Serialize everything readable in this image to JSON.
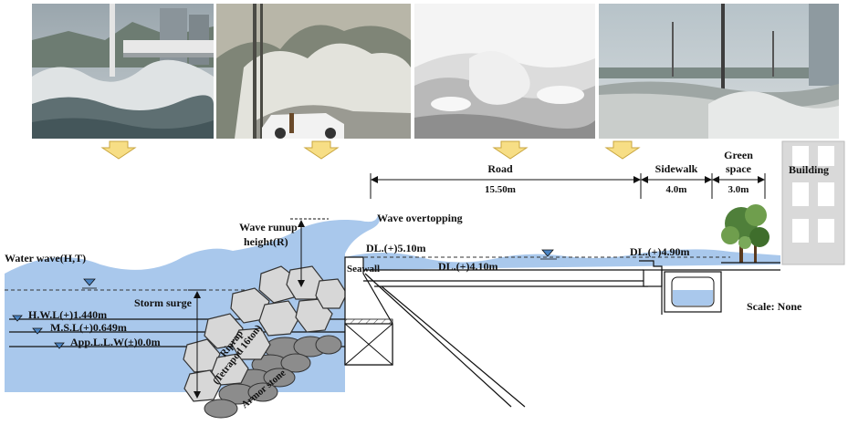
{
  "photos": [
    {
      "icon": "photo-bridge-waves"
    },
    {
      "icon": "photo-wave-splash-car"
    },
    {
      "icon": "photo-white-foam"
    },
    {
      "icon": "photo-flooded-street"
    }
  ],
  "dimensions": {
    "road_label": "Road",
    "road_value": "15.50m",
    "sidewalk_label": "Sidewalk",
    "sidewalk_value": "4.0m",
    "green_label_1": "Green",
    "green_label_2": "space",
    "green_value": "3.0m",
    "building_label": "Building"
  },
  "labels": {
    "wave_overtopping": "Wave overtopping",
    "wave_runup_1": "Wave runup",
    "wave_runup_2": "height(R)",
    "water_wave": "Water wave(H,T)",
    "storm_surge": "Storm  surge",
    "seawall": "Seawall",
    "dl_510": "DL.(+)5.10m",
    "dl_410": "DL.(+)4.10m",
    "dl_490": "DL.(+)4.90m",
    "hwl": "H.W.L(+)1.440m",
    "msl": "M.S.L(+)0.649m",
    "llw": "App.L.L.W(±)0.0m",
    "riprap_1": "Riprap",
    "riprap_2": "(Tetrapod 16ton)",
    "armor_stone": "Armor stone",
    "scale": "Scale: None"
  },
  "colors": {
    "water": "#a9c8ec",
    "arrow": "#f7de85",
    "arrow_stroke": "#c9a640",
    "tetrapod": "#d7d7d7",
    "armor": "#8c8c8c",
    "building": "#d9d9d9"
  }
}
